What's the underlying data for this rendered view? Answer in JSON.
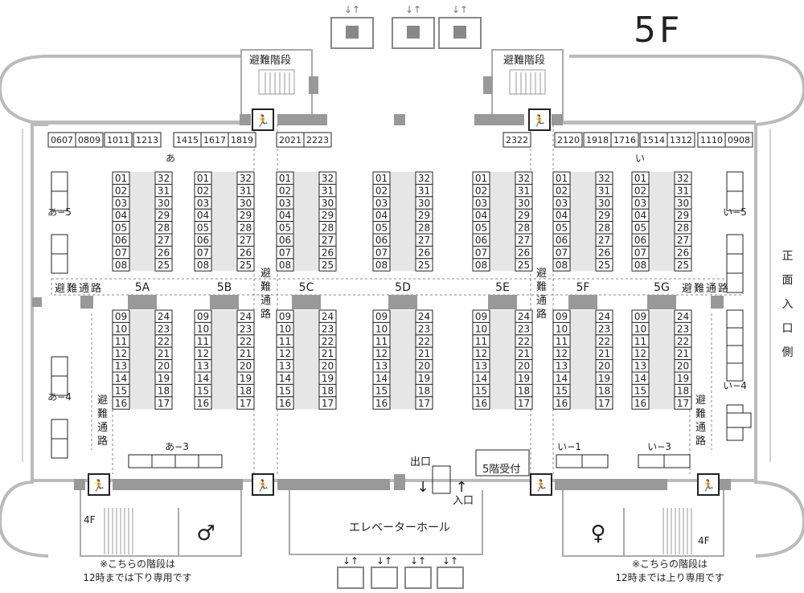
{
  "floor_title": "5F",
  "stairs_label": "避難階段",
  "right_side_label": "正面入口側",
  "evac_label_h": "避難通路",
  "evac_label_v": "避難通路",
  "zone_a": "あ",
  "zone_i": "い",
  "reception": "5階受付",
  "exit_label": "出口",
  "entrance_label": "入口",
  "elevator_hall": "エレベーターホール",
  "stair_floor_label": "4F",
  "note_left": [
    "※こちらの階段は",
    "12時までは下り専用です"
  ],
  "note_right": [
    "※こちらの階段は",
    "12時までは上り専用です"
  ],
  "blocks": [
    {
      "name": "5A"
    },
    {
      "name": "5B"
    },
    {
      "name": "5C"
    },
    {
      "name": "5D"
    },
    {
      "name": "5E"
    },
    {
      "name": "5F"
    },
    {
      "name": "5G"
    }
  ],
  "booth_top_left": [
    "01",
    "02",
    "03",
    "04",
    "05",
    "06",
    "07",
    "08"
  ],
  "booth_top_right": [
    "32",
    "31",
    "30",
    "29",
    "28",
    "27",
    "26",
    "25"
  ],
  "booth_bottom_left": [
    "09",
    "10",
    "11",
    "12",
    "13",
    "14",
    "15",
    "16"
  ],
  "booth_bottom_right": [
    "24",
    "23",
    "22",
    "21",
    "20",
    "19",
    "18",
    "17"
  ],
  "wall_booths": [
    {
      "label": "0607"
    },
    {
      "label": "0809"
    },
    {
      "label": "1011"
    },
    {
      "label": "1213"
    },
    {
      "label": "1415"
    },
    {
      "label": "1617"
    },
    {
      "label": "1819"
    },
    {
      "label": "2021"
    },
    {
      "label": "2223"
    },
    {
      "label": "2322"
    },
    {
      "label": "2120"
    },
    {
      "label": "1918"
    },
    {
      "label": "1716"
    },
    {
      "label": "1514"
    },
    {
      "label": "1312"
    },
    {
      "label": "1110"
    },
    {
      "label": "0908"
    }
  ],
  "side_groups": [
    {
      "label": "あ−5"
    },
    {
      "label": "あ−4"
    },
    {
      "label": "い−5"
    },
    {
      "label": "い−4"
    },
    {
      "label": "あ−3"
    },
    {
      "label": "い−1"
    },
    {
      "label": "い−3"
    }
  ]
}
